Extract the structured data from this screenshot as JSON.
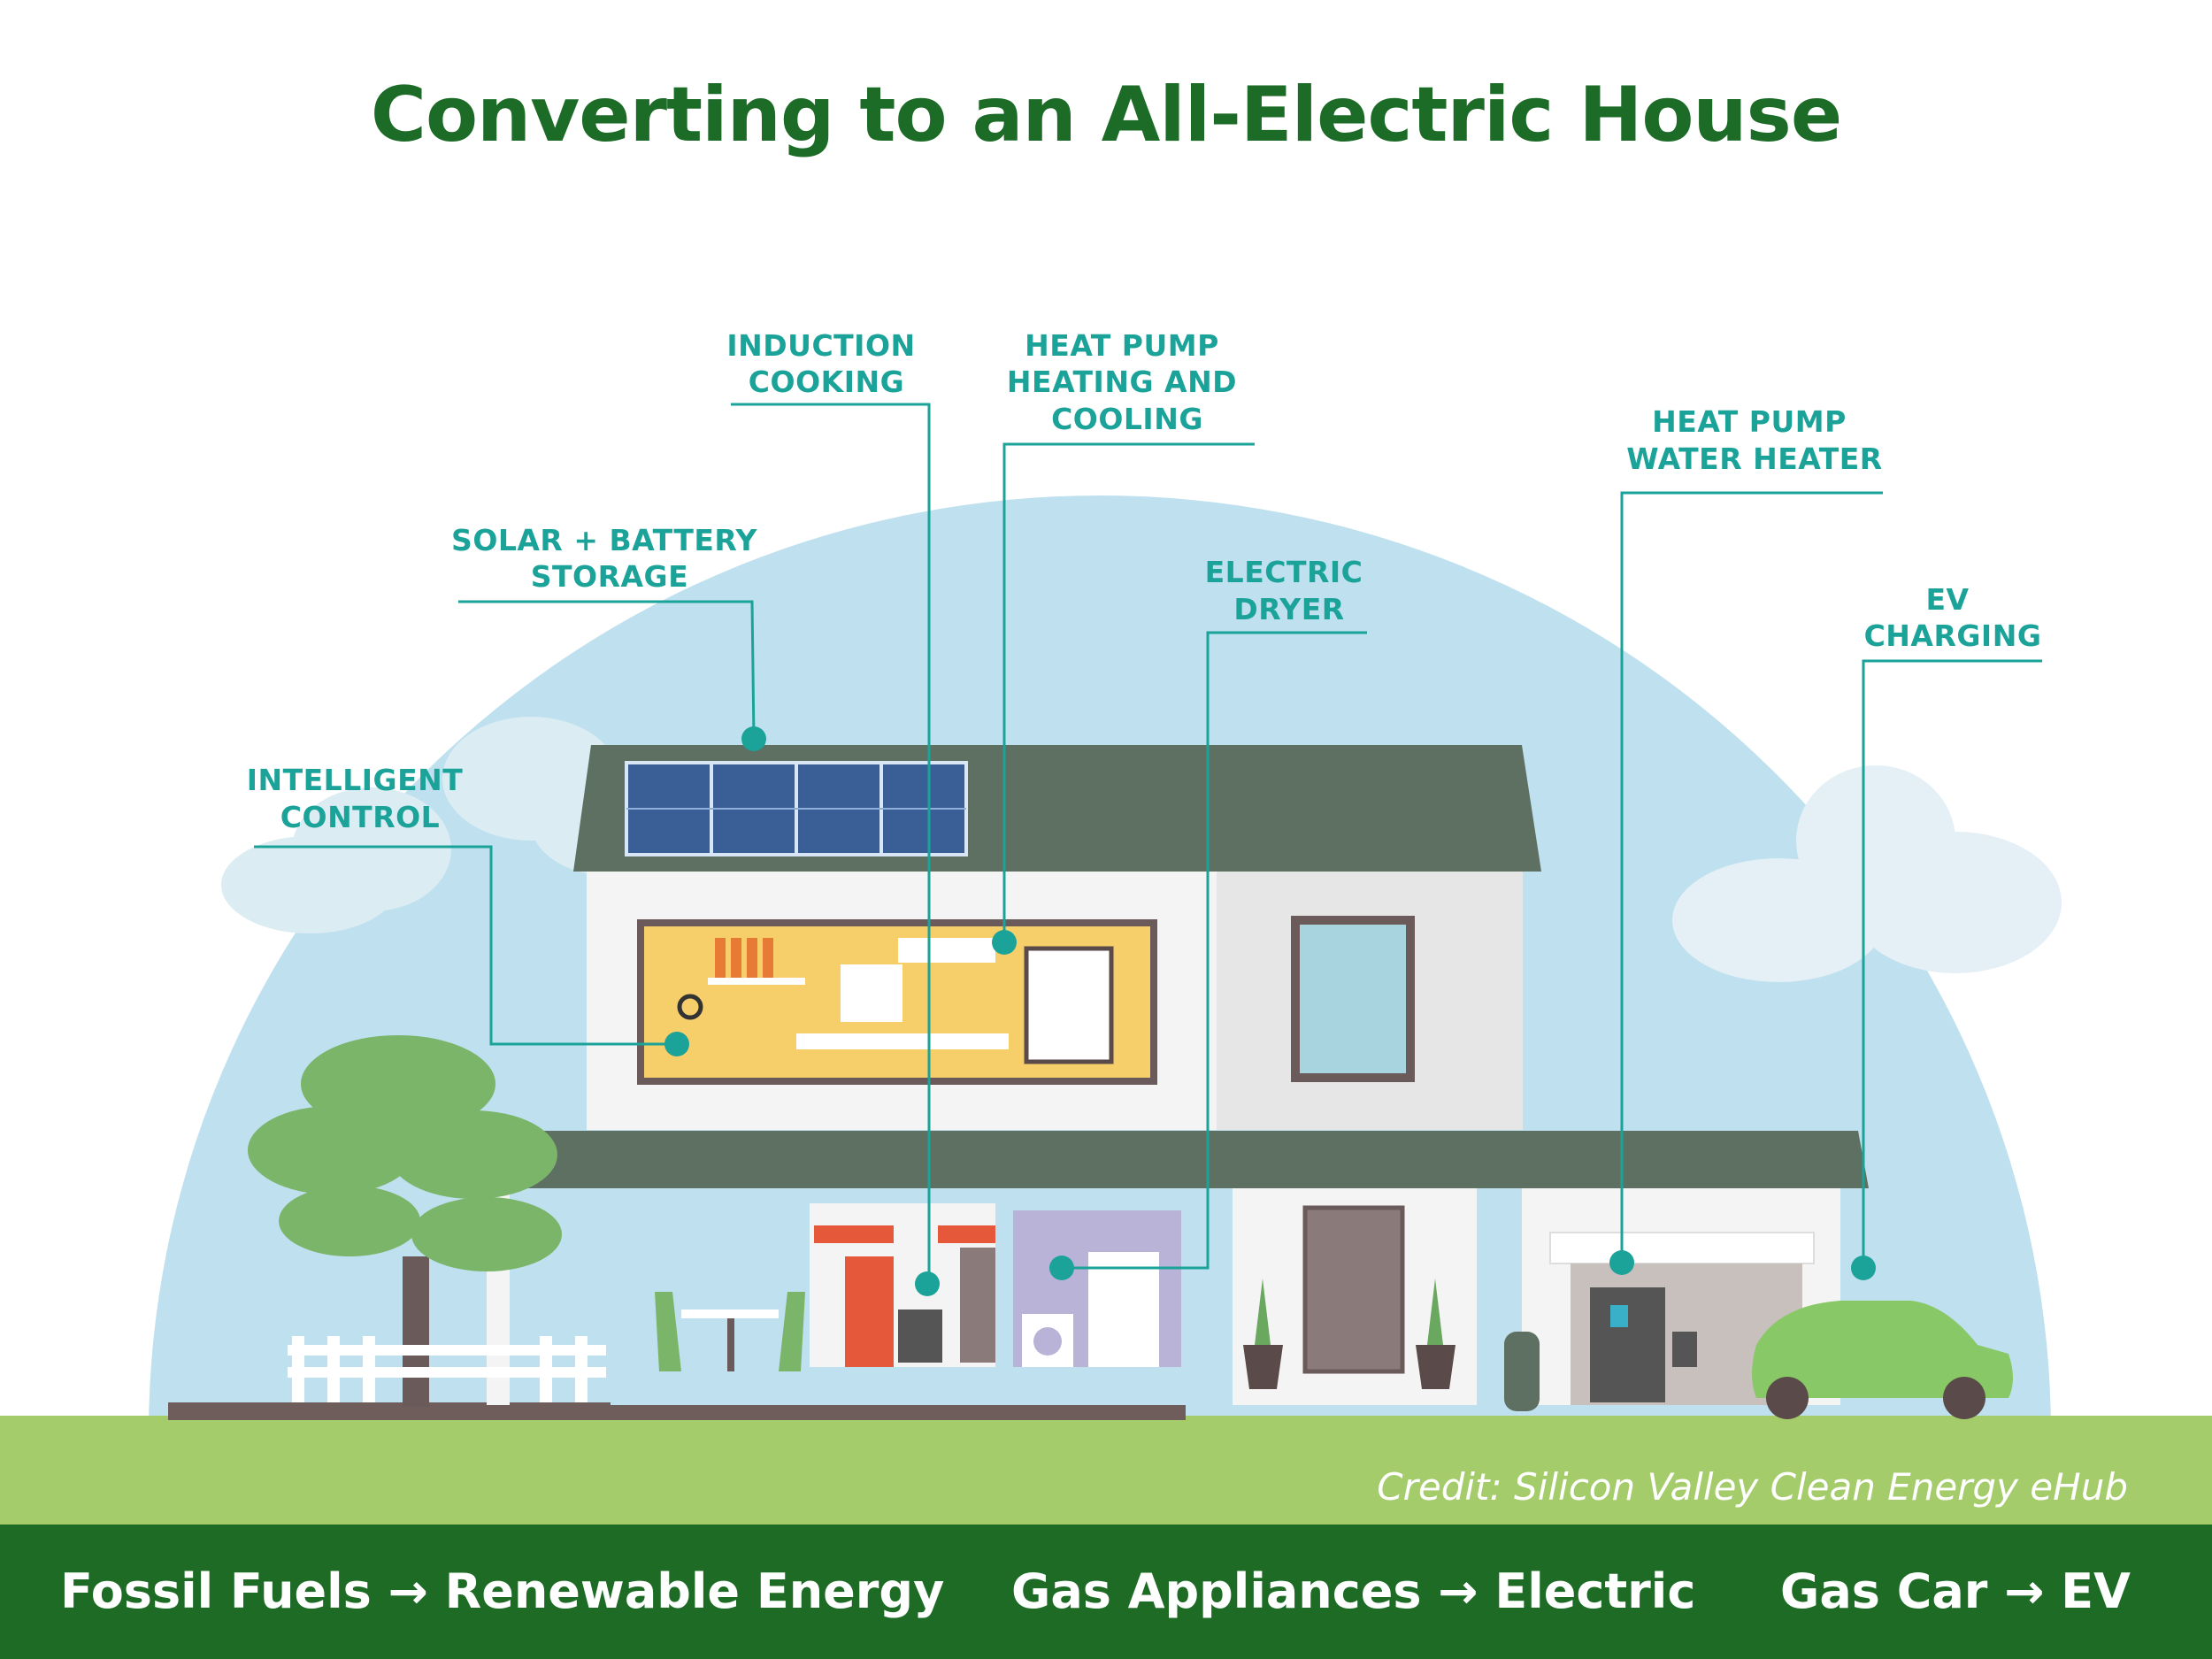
{
  "title": "Converting to an All-Electric House",
  "callouts": {
    "induction_cooking": [
      "INDUCTION",
      "COOKING"
    ],
    "heat_pump_hvac": [
      "HEAT PUMP",
      "HEATING AND",
      "COOLING"
    ],
    "heat_pump_water_heater": [
      "HEAT PUMP",
      "WATER HEATER"
    ],
    "solar_battery": [
      "SOLAR + BATTERY",
      "STORAGE"
    ],
    "electric_dryer": [
      "ELECTRIC",
      "DRYER"
    ],
    "ev_charging": [
      "EV",
      "CHARGING"
    ],
    "intelligent_control": [
      "INTELLIGENT",
      "CONTROL"
    ]
  },
  "credit": "Credit: Silicon Valley Clean Energy eHub",
  "footer": {
    "item1": "Fossil Fuels → Renewable Energy",
    "item2": "Gas Appliances → Electric",
    "item3": "Gas Car → EV"
  },
  "colors": {
    "title_green": "#1c6b27",
    "accent_teal": "#1ba39a",
    "sky": "#bfe0ee",
    "grass": "#a5cc6b",
    "footer_green": "#1d6b25",
    "roof": "#5d7062"
  }
}
